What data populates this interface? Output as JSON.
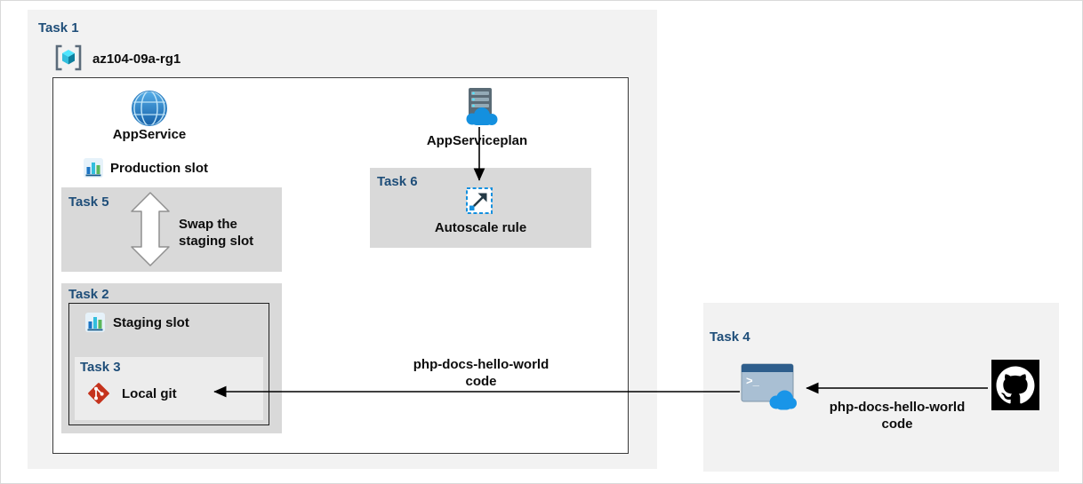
{
  "task1": {
    "label": "Task 1"
  },
  "resource_group": {
    "name": "az104-09a-rg1"
  },
  "environment": {
    "app_service": {
      "label": "AppService"
    },
    "app_service_plan": {
      "label": "AppServiceplan"
    },
    "production_slot": {
      "label": "Production slot"
    },
    "task5": {
      "label": "Task 5",
      "text": "Swap the staging slot"
    },
    "task2": {
      "label": "Task 2",
      "staging_slot": {
        "label": "Staging slot"
      },
      "task3": {
        "label": "Task 3",
        "text": "Local git"
      }
    },
    "task6": {
      "label": "Task 6",
      "text": "Autoscale rule"
    }
  },
  "center_note": {
    "line1": "php-docs-hello-world",
    "line2": "code"
  },
  "task4": {
    "label": "Task 4",
    "shell_prompt": "&gt;_",
    "note": {
      "line1": "php-docs-hello-world",
      "line2": "code"
    }
  },
  "icons": [
    "resource-group-icon",
    "app-service-globe-icon",
    "app-service-plan-icon",
    "deployment-slot-icon",
    "swap-arrows-icon",
    "autoscale-icon",
    "git-icon",
    "cloud-shell-icon",
    "github-icon"
  ],
  "colors": {
    "task_label_blue": "#1F4E79",
    "panel_light": "#F2F2F2",
    "panel_gray": "#D9D9D9",
    "panel_inner_light": "#ECECEC",
    "azure_blue": "#1490DF",
    "cloud_blue": "#1995E8",
    "git_red": "#C5331D",
    "github_black": "#000000"
  }
}
